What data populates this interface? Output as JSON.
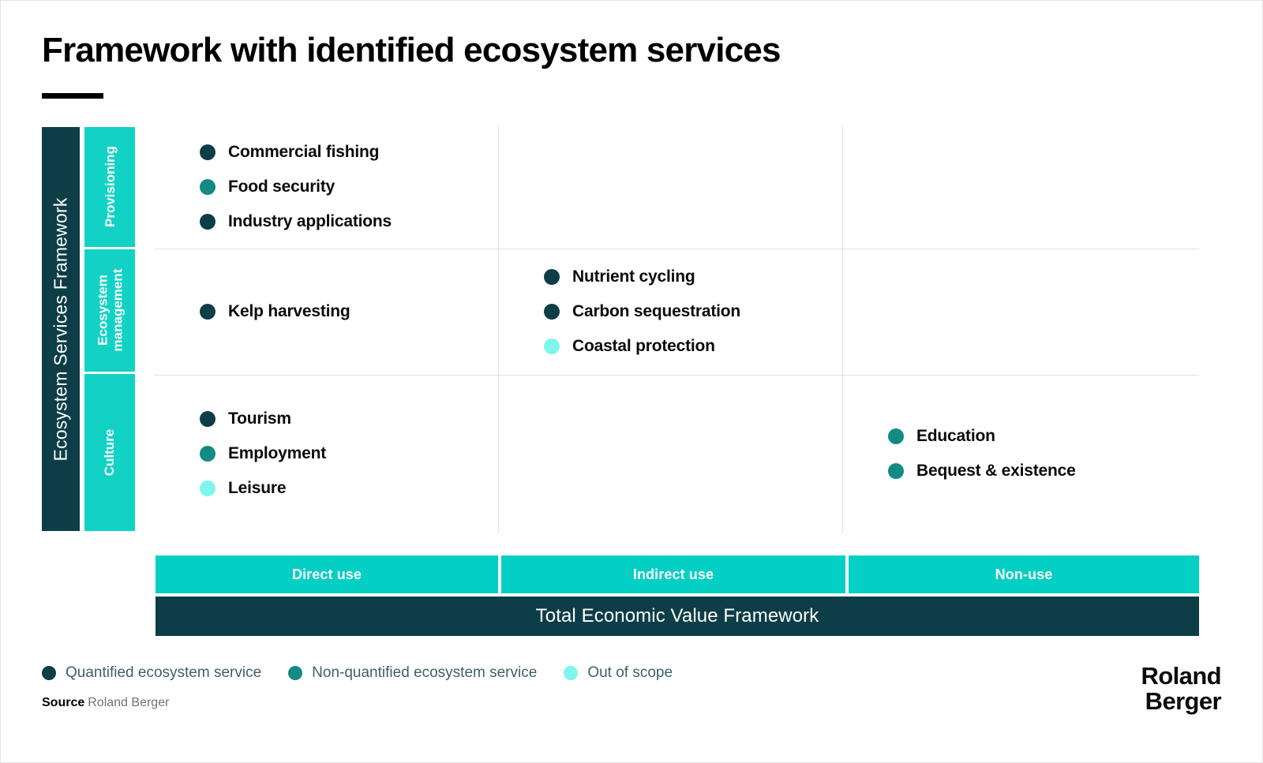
{
  "page": {
    "title": "Framework with identified ecosystem services",
    "background": "#ffffff"
  },
  "colors": {
    "dark_navy": "#0d3e47",
    "teal_bright": "#12d2c6",
    "teal_bar": "#04cfc4",
    "teal_mid": "#138a84",
    "aqua_light": "#7ef6eb",
    "legend_text": "#3e6068",
    "grid_line": "#c9c9c9"
  },
  "axis": {
    "outer_label": "Ecosystem Services Framework",
    "categories": [
      {
        "label": "Provisioning"
      },
      {
        "label": "Ecosystem\nmanagement",
        "line1": "Ecosystem",
        "line2": "management"
      },
      {
        "label": "Culture"
      }
    ]
  },
  "matrix": {
    "columns": [
      "Direct use",
      "Indirect use",
      "Non-use"
    ],
    "rows": [
      "Provisioning",
      "Ecosystem management",
      "Culture"
    ],
    "cells": {
      "provisioning_direct": [
        {
          "label": "Commercial fishing",
          "status": "quantified"
        },
        {
          "label": "Food security",
          "status": "nonquantified"
        },
        {
          "label": "Industry applications",
          "status": "quantified"
        }
      ],
      "provisioning_indirect": [],
      "provisioning_nonuse": [],
      "ecosystem_direct": [
        {
          "label": "Kelp harvesting",
          "status": "quantified"
        }
      ],
      "ecosystem_indirect": [
        {
          "label": "Nutrient cycling",
          "status": "quantified"
        },
        {
          "label": "Carbon sequestration",
          "status": "quantified"
        },
        {
          "label": "Coastal protection",
          "status": "outofscope"
        }
      ],
      "ecosystem_nonuse": [],
      "culture_direct": [
        {
          "label": "Tourism",
          "status": "quantified"
        },
        {
          "label": "Employment",
          "status": "nonquantified"
        },
        {
          "label": "Leisure",
          "status": "outofscope"
        }
      ],
      "culture_indirect": [],
      "culture_nonuse": [
        {
          "label": "Education",
          "status": "nonquantified"
        },
        {
          "label": "Bequest & existence",
          "status": "nonquantified"
        }
      ]
    }
  },
  "use_bars": {
    "direct": "Direct use",
    "indirect": "Indirect use",
    "non_use": "Non-use"
  },
  "tev_bar": {
    "label": "Total Economic Value Framework"
  },
  "legend": {
    "items": [
      {
        "label": "Quantified ecosystem service",
        "status": "quantified"
      },
      {
        "label": "Non-quantified ecosystem service",
        "status": "nonquantified"
      },
      {
        "label": "Out of scope",
        "status": "outofscope"
      }
    ]
  },
  "source": {
    "label": "Source",
    "value": "Roland Berger"
  },
  "logo": {
    "line1": "Roland",
    "line2": "Berger"
  }
}
